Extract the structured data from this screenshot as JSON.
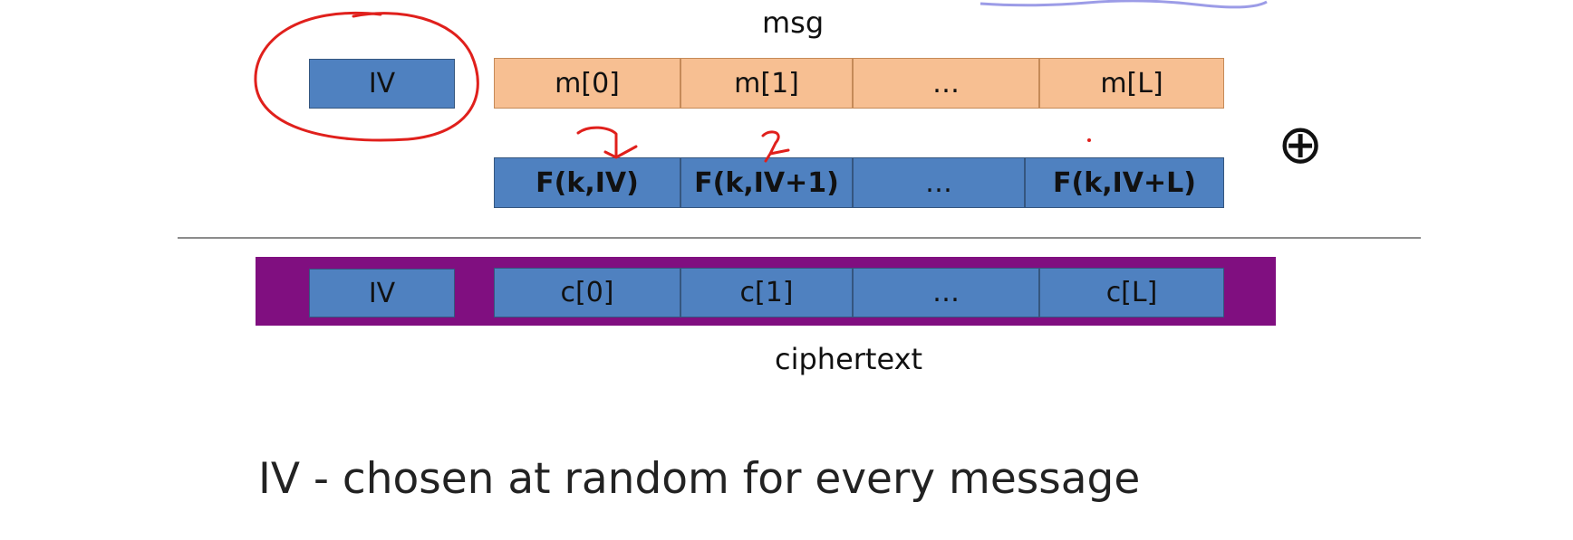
{
  "diagram": {
    "msg_label": "msg",
    "ciphertext_label": "ciphertext",
    "xor_symbol": "⊕",
    "caption": "IV -  chosen at random for every message",
    "plaintext": {
      "iv": "IV",
      "blocks": [
        "m[0]",
        "m[1]",
        "…",
        "m[L]"
      ]
    },
    "keystream": {
      "blocks": [
        "F(k,IV)",
        "F(k,IV+1)",
        "…",
        "F(k,IV+L)"
      ]
    },
    "ciphertext": {
      "iv": "IV",
      "blocks": [
        "c[0]",
        "c[1]",
        "…",
        "c[L]"
      ]
    },
    "colors": {
      "block_blue": "#4f81c0",
      "block_orange": "#f7bf92",
      "ciphertext_frame": "#800f80",
      "annotation_red": "#e0201c"
    }
  }
}
